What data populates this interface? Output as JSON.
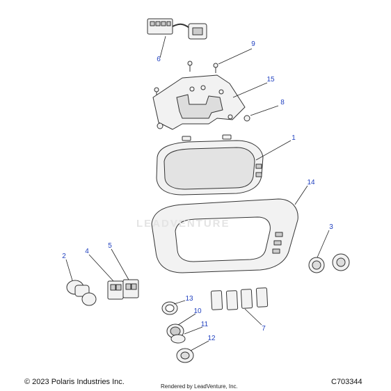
{
  "callouts": [
    {
      "number": "1"
    },
    {
      "number": "2"
    },
    {
      "number": "3"
    },
    {
      "number": "4"
    },
    {
      "number": "5"
    },
    {
      "number": "6"
    },
    {
      "number": "7"
    },
    {
      "number": "8"
    },
    {
      "number": "9"
    },
    {
      "number": "10"
    },
    {
      "number": "11"
    },
    {
      "number": "12"
    },
    {
      "number": "13"
    },
    {
      "number": "14"
    },
    {
      "number": "15"
    }
  ],
  "footer": {
    "copyright": "© 2023 Polaris Industries Inc.",
    "rendered_by": "Rendered by LeadVenture, Inc.",
    "diagram_code": "C703344"
  },
  "watermark": "LEADVENTURE",
  "colors": {
    "callout": "#1f3fbf",
    "line": "#222222",
    "part_fill": "#f2f2f2",
    "part_stroke": "#333333"
  }
}
